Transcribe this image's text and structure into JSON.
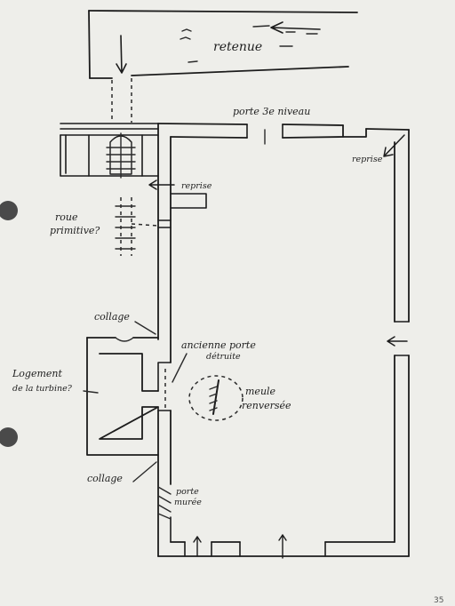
{
  "labels": {
    "retenue": "retenue",
    "porte_3e_niveau": "porte 3e niveau",
    "reprise_right": "reprise",
    "reprise_left": "reprise",
    "roue_primitive_line1": "roue",
    "roue_primitive_line2": "primitive?",
    "collage_top": "collage",
    "logement_line1": "Logement",
    "logement_line2": "de la turbine?",
    "ancienne_line1": "ancienne porte",
    "ancienne_line2": "détruite",
    "meule_line1": "meule",
    "meule_line2": "renversée",
    "collage_bottom": "collage",
    "porte_muree_line1": "porte",
    "porte_muree_line2": "murée",
    "page_number": "35"
  },
  "colors": {
    "paper": "#eeeeea",
    "ink": "#1c1c1c",
    "background": "#7a7a7a",
    "binder_hole": "#4a4a4a"
  }
}
